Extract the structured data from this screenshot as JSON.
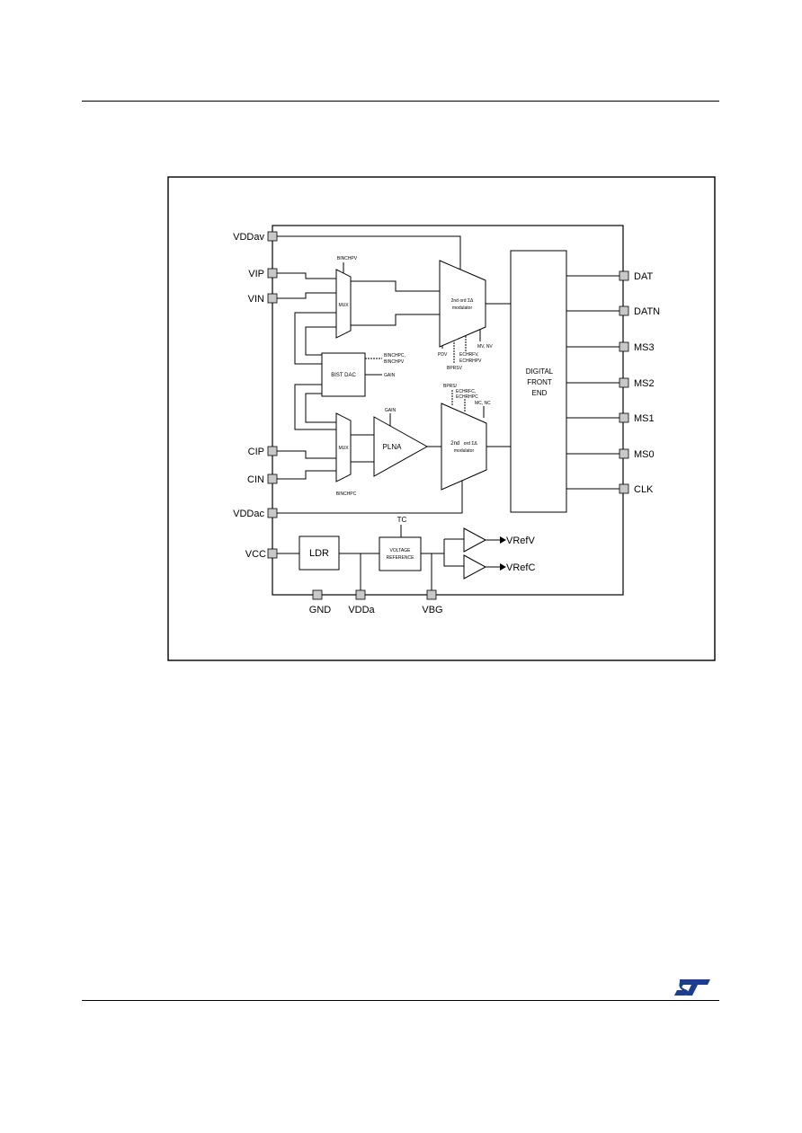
{
  "pins": {
    "left": [
      "VDDav",
      "VIP",
      "VIN",
      "CIP",
      "CIN",
      "VDDac",
      "VCC"
    ],
    "right": [
      "DAT",
      "DATN",
      "MS3",
      "MS2",
      "MS1",
      "MS0",
      "CLK"
    ],
    "bottom": [
      "GND",
      "VDDa",
      "VBG"
    ],
    "outputs": [
      "VRefV",
      "VRefC"
    ]
  },
  "blocks": {
    "mux_top": "MUX",
    "mux_bottom": "MUX",
    "bist_dac": "BIST DAC",
    "plna": "PLNA",
    "mod_top_line1": "2nd ord ΣΔ",
    "mod_top_line2": "modulator",
    "mod_bot_line1a": "2nd",
    "mod_bot_line1b": "ord ΣΔ",
    "mod_bot_line2": "modulator",
    "dfe_line1": "DIGITAL",
    "dfe_line2": "FRONT",
    "dfe_line3": "END",
    "ldr": "LDR",
    "vref_line1": "VOLTAGE",
    "vref_line2": "REFERENCE"
  },
  "signals": {
    "binchpv": "BINCHPV",
    "binchpc_bottom": "BINCHPC",
    "bist_in1": "BINCHPC,",
    "bist_in2": "BINCHPV",
    "bist_gain": "GAIN",
    "plna_gain": "GAIN",
    "pdv": "PDV",
    "bprsv": "BPRSV",
    "echrfv": "ECHRFV,",
    "echrhpv": "ECHRHPV",
    "mv_nv": "MV, NV",
    "bprs2": "BPRS/",
    "echrfc": "ECHRFC,",
    "echrhpc": "ECHRHPC",
    "mc_nc": "MC, NC",
    "tc": "TC"
  },
  "logo": "ST",
  "colors": {
    "pin_fill": "#c8c8c8",
    "line": "#000000"
  }
}
